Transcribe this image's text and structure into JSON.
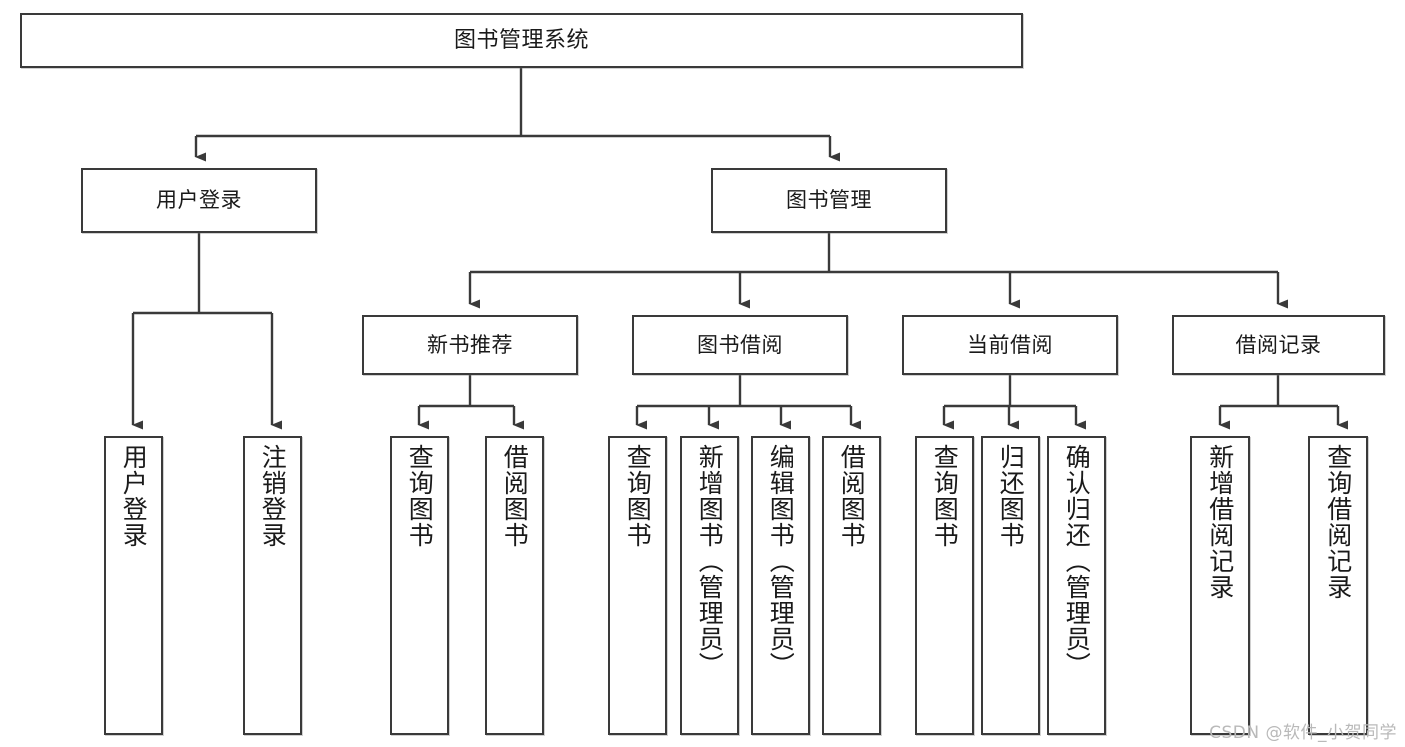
{
  "diagram": {
    "title": "图书管理系统",
    "type": "hierarchy-tree",
    "watermark": "CSDN @软件_小贺同学",
    "colors": {
      "stroke": "#3a3a3a",
      "fill": "#ffffff",
      "text": "#1a1a1a",
      "watermark": "#b9b9b9"
    },
    "nodes": {
      "root": {
        "label": "图书管理系统"
      },
      "level2": [
        {
          "label": "用户登录"
        },
        {
          "label": "图书管理"
        }
      ],
      "level3": [
        {
          "label": "新书推荐"
        },
        {
          "label": "图书借阅"
        },
        {
          "label": "当前借阅"
        },
        {
          "label": "借阅记录"
        }
      ],
      "leaves": {
        "user_login": [
          {
            "label": "用户登录"
          },
          {
            "label": "注销登录"
          }
        ],
        "new_book_recommend": [
          {
            "label": "查询图书"
          },
          {
            "label": "借阅图书"
          }
        ],
        "book_borrow": [
          {
            "label": "查询图书"
          },
          {
            "label": "新增图书（管理员）"
          },
          {
            "label": "编辑图书（管理员）"
          },
          {
            "label": "借阅图书"
          }
        ],
        "current_borrow": [
          {
            "label": "查询图书"
          },
          {
            "label": "归还图书"
          },
          {
            "label": "确认归还（管理员）"
          }
        ],
        "borrow_record": [
          {
            "label": "新增借阅记录"
          },
          {
            "label": "查询借阅记录"
          }
        ]
      }
    }
  }
}
